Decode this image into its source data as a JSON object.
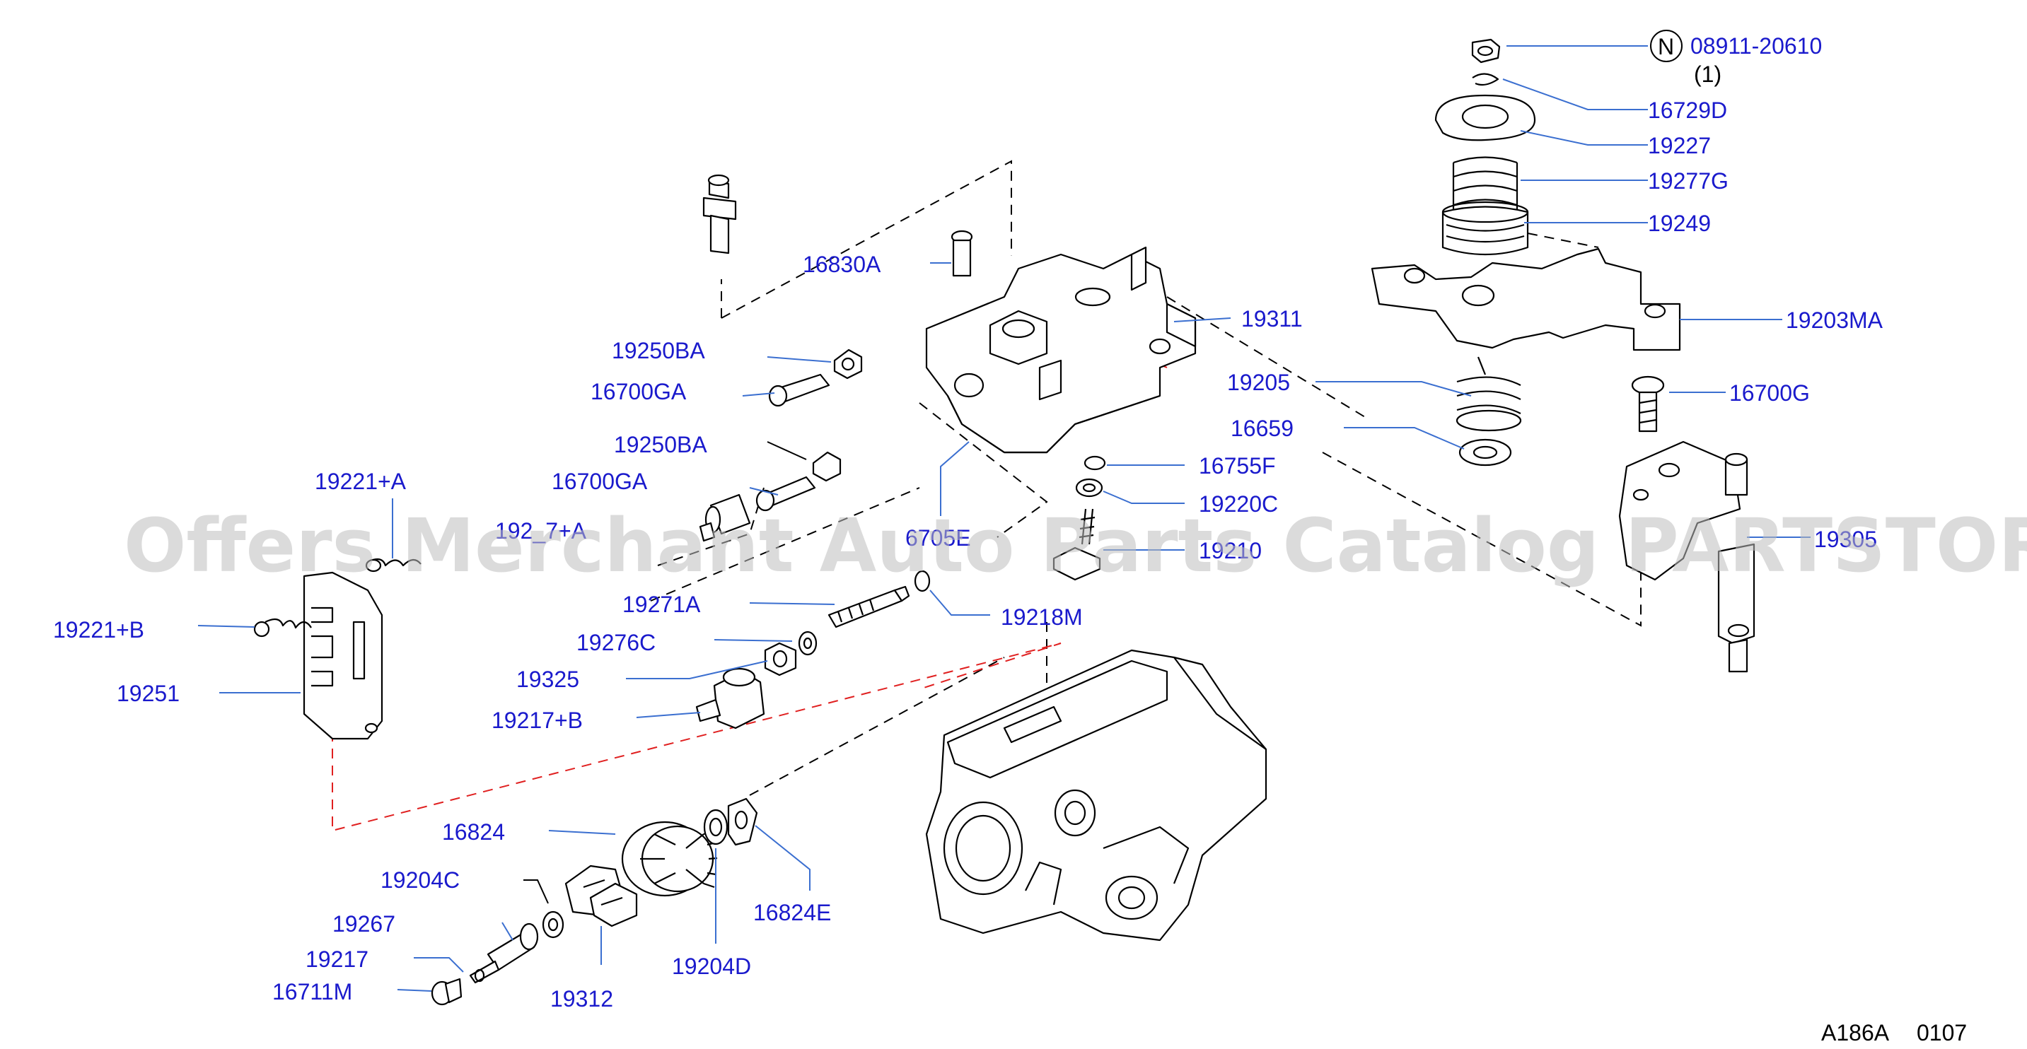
{
  "diagram": {
    "watermark": "Offers Merchant Auto Parts Catalog PARTSTORE.SA",
    "footer_code": "A186A",
    "footer_num": "0107",
    "note_symbol": "N",
    "note_qty": "(1)",
    "accent_color": "#1a1acc",
    "labels": {
      "p08911_20610": "08911-20610",
      "p16729D": "16729D",
      "p19227": "19227",
      "p19277G": "19277G",
      "p19249": "19249",
      "p19203MA": "19203MA",
      "p16700G": "16700G",
      "p19305": "19305",
      "p19311": "19311",
      "p19205": "19205",
      "p16659": "16659",
      "p16755F": "16755F",
      "p19220C": "19220C",
      "p19210": "19210",
      "p16830A": "16830A",
      "p19250BA_1": "19250BA",
      "p16700GA_1": "16700GA",
      "p19250BA_2": "19250BA",
      "p16700GA_2": "16700GA",
      "p19221A": "19221+A",
      "p192_7A": "192_7+A",
      "p16705E": "6705E",
      "p19221B": "19221+B",
      "p19251": "19251",
      "p19271A": "19271A",
      "p19218M": "19218M",
      "p19276C": "19276C",
      "p19325": "19325",
      "p19217B": "19217+B",
      "p16824": "16824",
      "p19204C": "19204C",
      "p19267": "19267",
      "p19217": "19217",
      "p16711M": "16711M",
      "p19312": "19312",
      "p19204D": "19204D",
      "p16824E": "16824E"
    }
  }
}
